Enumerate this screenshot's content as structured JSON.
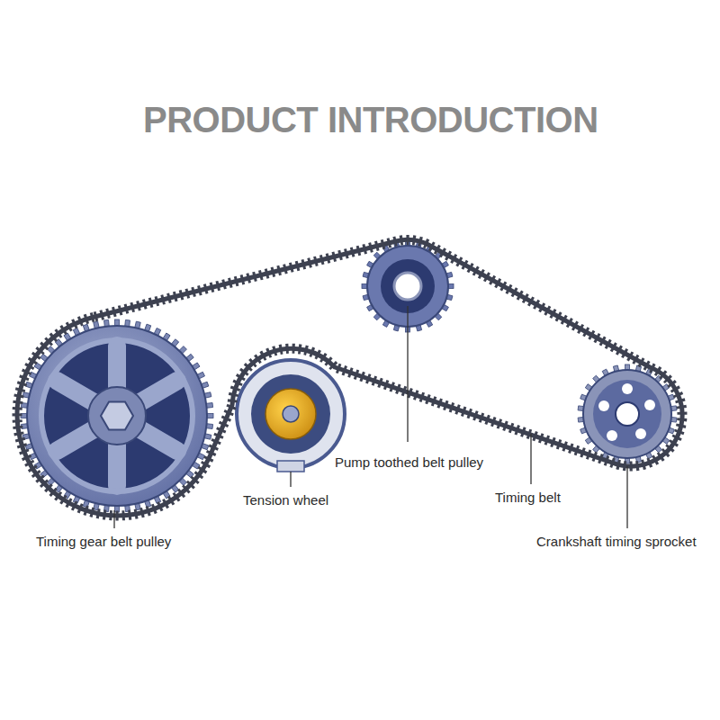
{
  "diagram": {
    "title": "PRODUCT INTRODUCTION",
    "labels": [
      "Pump toothed belt pulley",
      "Tension wheel",
      "Timing belt",
      "Timing gear belt pulley",
      "Crankshaft timing sprocket"
    ]
  }
}
